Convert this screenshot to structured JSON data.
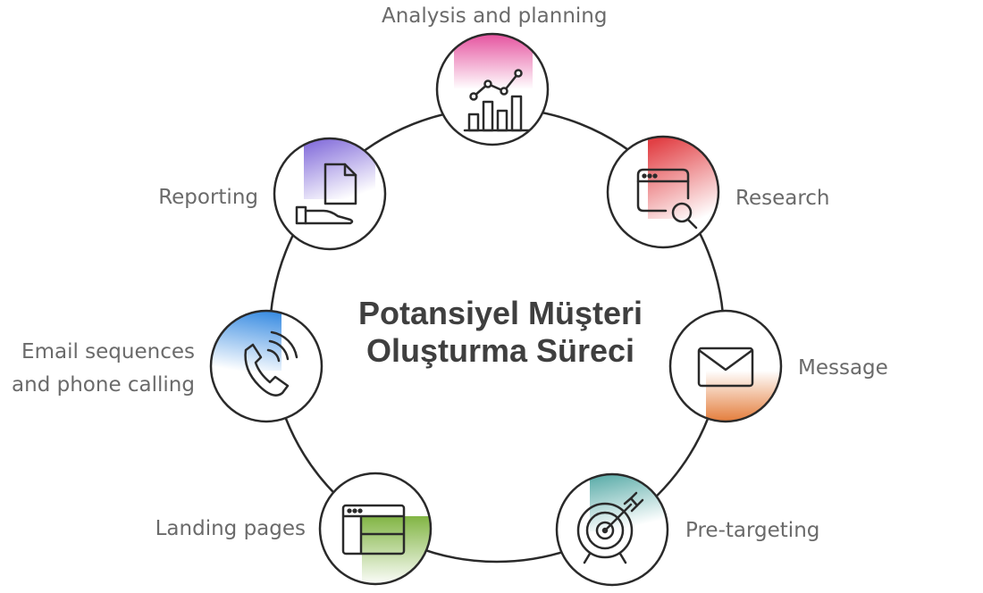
{
  "title": {
    "line1": "Potansiyel Müşteri",
    "line2": "Oluşturma Süreci"
  },
  "steps": [
    {
      "label": "Analysis and planning",
      "icon": "bar-chart-icon",
      "accent": "#e44a9a"
    },
    {
      "label": "Research",
      "icon": "browser-search-icon",
      "accent": "#e0363b"
    },
    {
      "label": "Message",
      "icon": "envelope-icon",
      "accent": "#e06a1f"
    },
    {
      "label": "Pre-targeting",
      "icon": "target-arrow-icon",
      "accent": "#3f9e9a"
    },
    {
      "label": "Landing pages",
      "icon": "webpage-layout-icon",
      "accent": "#7bb13a"
    },
    {
      "label": "Email sequences",
      "label2": "and phone calling",
      "icon": "phone-call-icon",
      "accent": "#2f86e0"
    },
    {
      "label": "Reporting",
      "icon": "document-hand-icon",
      "accent": "#7b63d8"
    }
  ],
  "colors": {
    "ring": "#2a2a2a",
    "label": "#6a6a6a",
    "title": "#3f3f3f"
  }
}
